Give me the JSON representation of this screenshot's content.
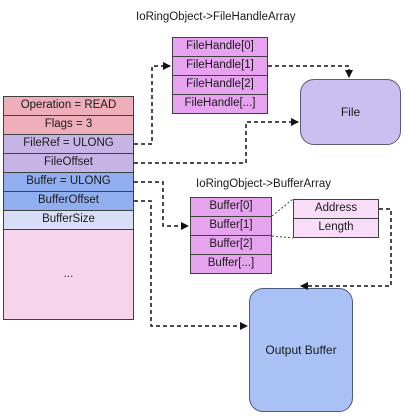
{
  "headers": {
    "file_handle_array": "IoRingObject->FileHandleArray",
    "buffer_array": "IoRingObject->BufferArray"
  },
  "request_fields": [
    "Operation = READ",
    "Flags = 3",
    "FileRef = ULONG",
    "FileOffset",
    "Buffer = ULONG",
    "BufferOffset",
    "BufferSize",
    "..."
  ],
  "file_handles": [
    "FileHandle[0]",
    "FileHandle[1]",
    "FileHandle[2]",
    "FileHandle[...]"
  ],
  "buffers": [
    "Buffer[0]",
    "Buffer[1]",
    "Buffer[2]",
    "Buffer[...]"
  ],
  "buffer_entry": [
    "Address",
    "Length"
  ],
  "targets": {
    "file": "File",
    "output_buffer": "Output Buffer"
  },
  "colors": {
    "operation": "#eeaeba",
    "fileref": "#c7b4e6",
    "buffer": "#90aef0",
    "buffersize": "#d8def6",
    "rest": "#f5d4ec",
    "array": "#e7a2f0",
    "file": "#cbbff0",
    "output_buffer": "#a9c1f5"
  }
}
